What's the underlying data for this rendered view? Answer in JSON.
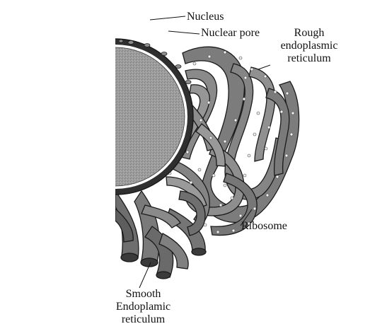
{
  "labels": {
    "nucleus": "Nucleus",
    "nuclear_pore": "Nuclear pore",
    "rough_er": [
      "Rough",
      "endoplasmic",
      "reticulum"
    ],
    "ribosome": "Ribosome",
    "smooth_er": [
      "Smooth",
      "Endoplamic",
      "reticulum"
    ]
  },
  "colors": {
    "nucleoplasm": "#9a9a9a",
    "envelope": "#2f2f2f",
    "membrane": "#6e6e6e",
    "lumen": "#c9c9c9",
    "ribosome": "#f2f2f2",
    "outline": "#1a1a1a"
  }
}
